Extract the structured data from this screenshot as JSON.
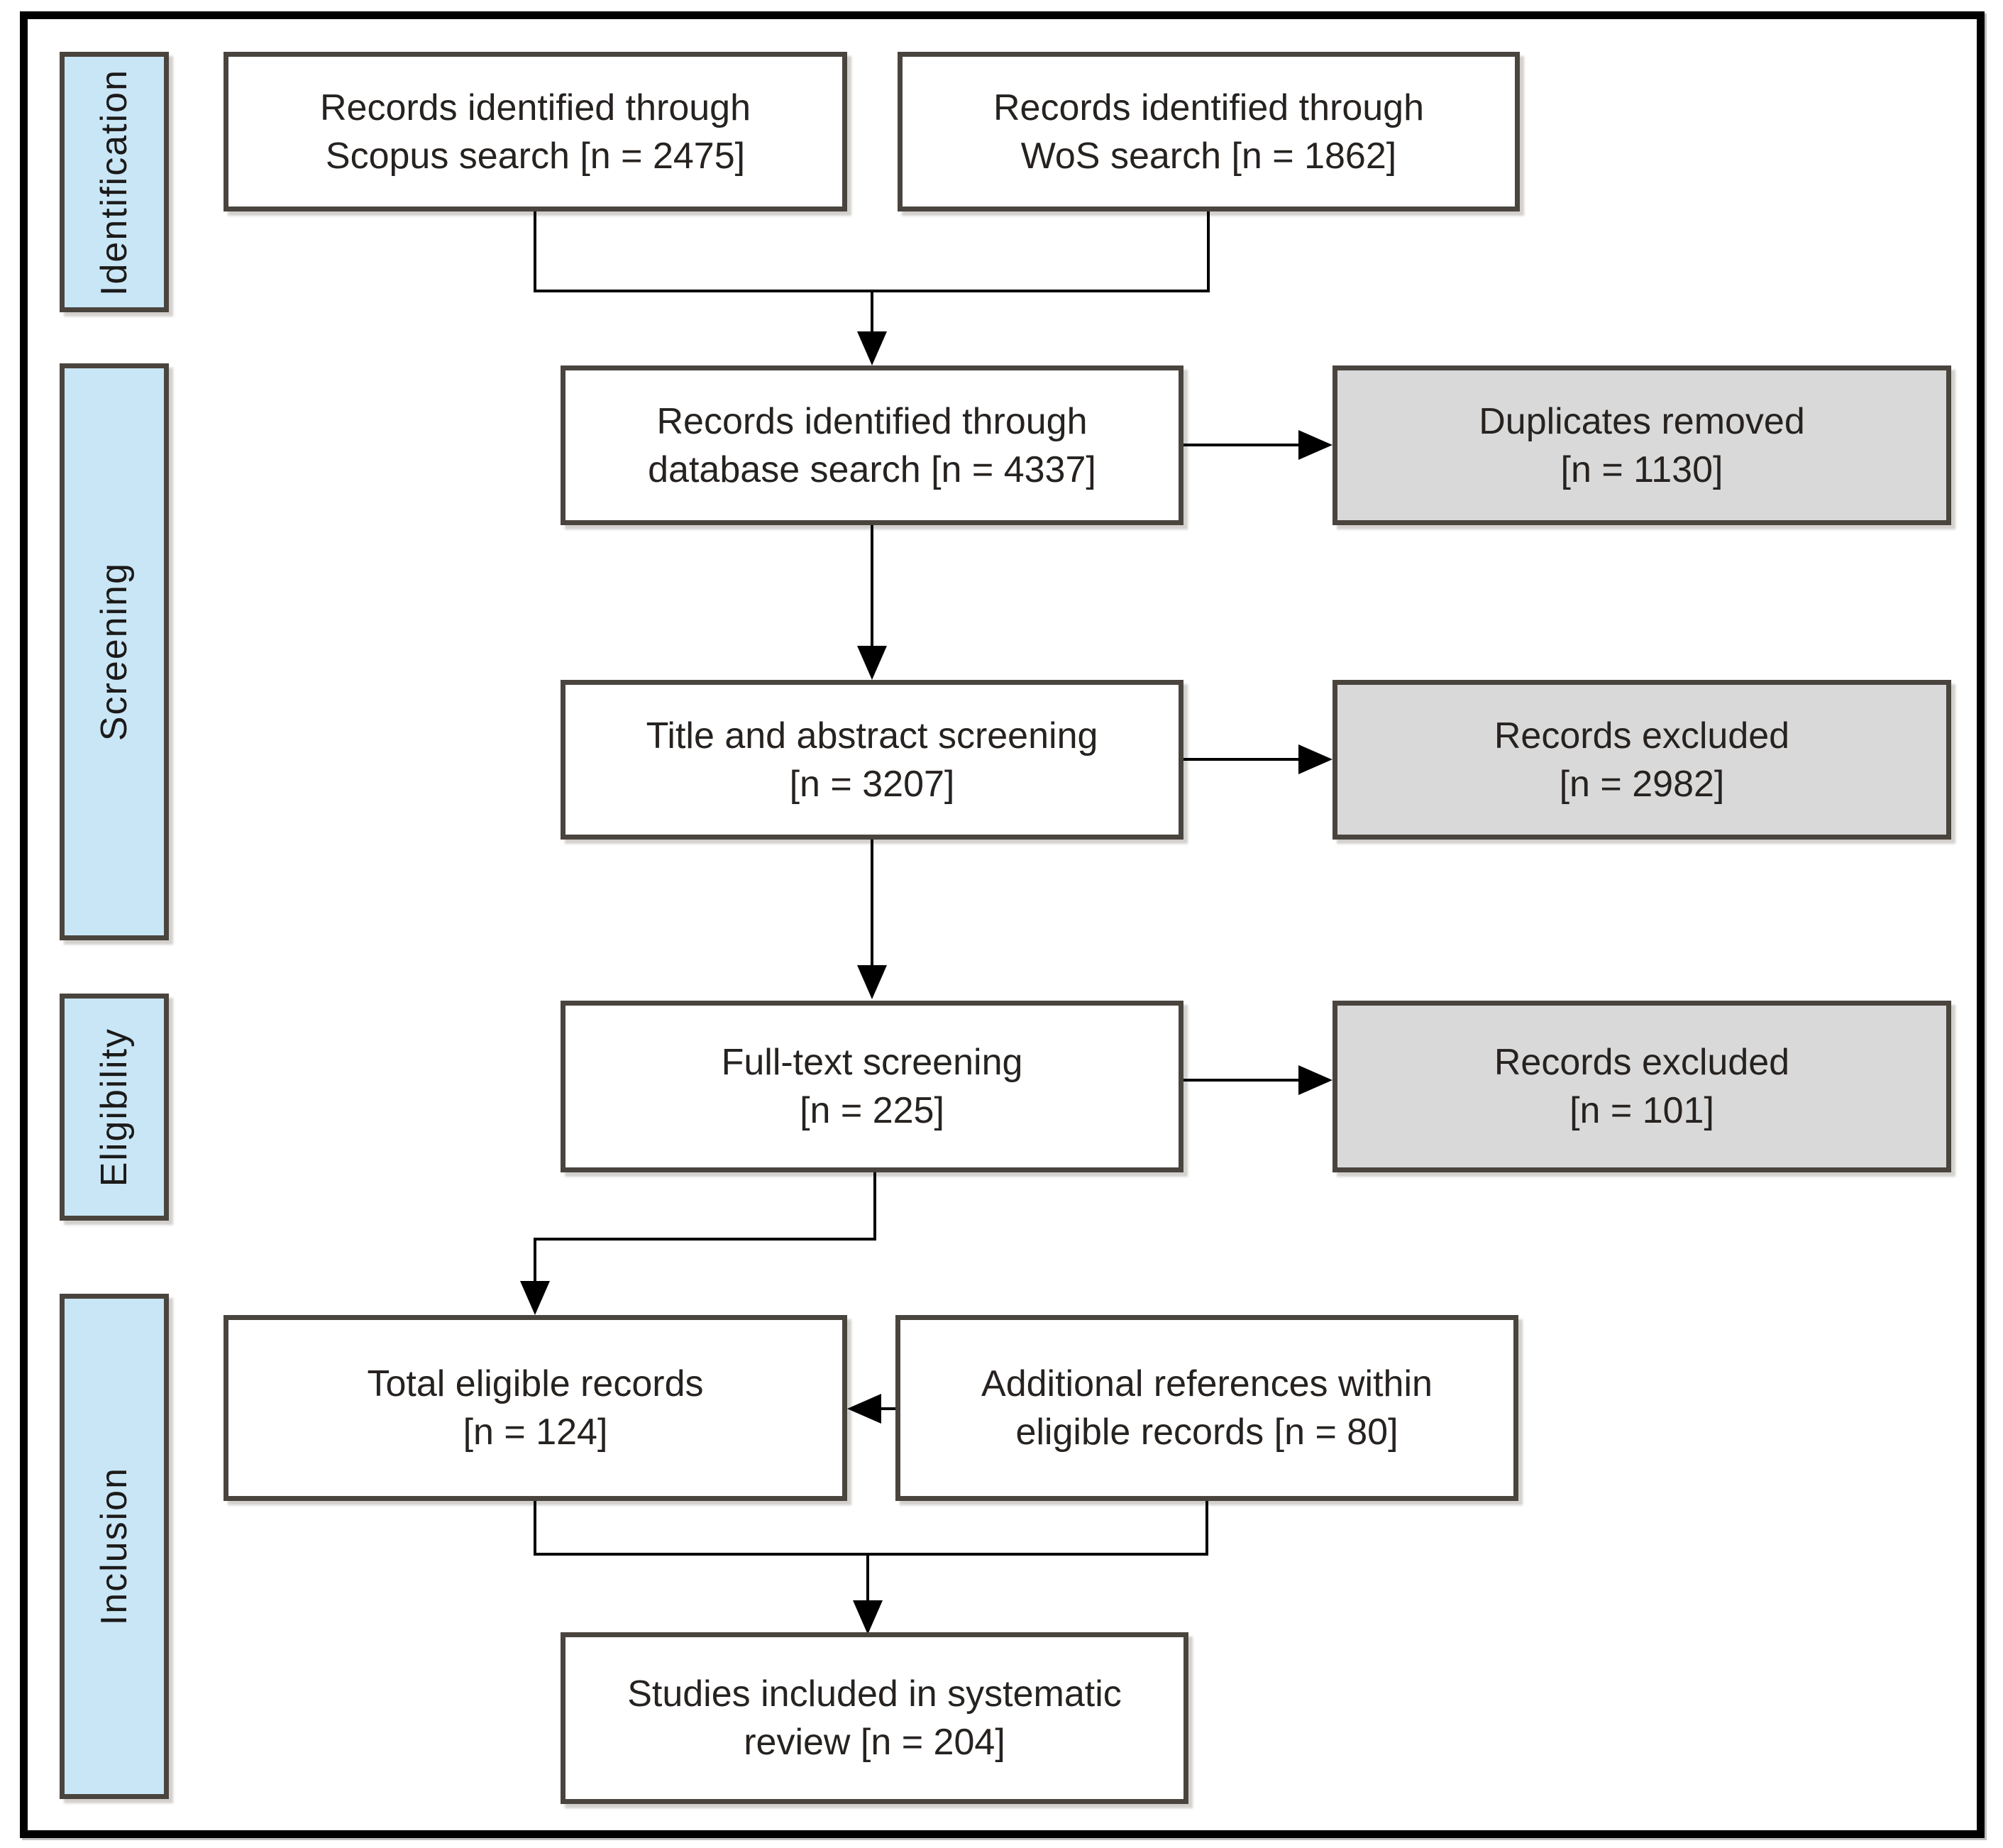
{
  "stages": [
    {
      "label": "Identification"
    },
    {
      "label": "Screening"
    },
    {
      "label": "Eligibility"
    },
    {
      "label": "Inclusion"
    }
  ],
  "boxes": {
    "scopus": {
      "line1": "Records identified through",
      "line2": "Scopus search [n = 2475]"
    },
    "wos": {
      "line1": "Records identified through",
      "line2": "WoS search [n = 1862]"
    },
    "database": {
      "line1": "Records identified through",
      "line2": "database search [n = 4337]"
    },
    "duplicates_removed": {
      "line1": "Duplicates removed",
      "line2": "[n = 1130]"
    },
    "title_abstract": {
      "line1": "Title and abstract screening",
      "line2": "[n = 3207]"
    },
    "excluded_screening": {
      "line1": "Records excluded",
      "line2": "[n = 2982]"
    },
    "fulltext": {
      "line1": "Full-text screening",
      "line2": "[n = 225]"
    },
    "excluded_fulltext": {
      "line1": "Records excluded",
      "line2": "[n = 101]"
    },
    "total_eligible": {
      "line1": "Total eligible records",
      "line2": "[n = 124]"
    },
    "additional_refs": {
      "line1": "Additional references within",
      "line2": "eligible records [n = 80]"
    },
    "included": {
      "line1": "Studies included in systematic",
      "line2": "review [n = 204]"
    }
  },
  "colors": {
    "stage_fill": "#c9e6f6",
    "excluded_fill": "#d9d9d9",
    "box_border": "#4a443e",
    "line": "#000000",
    "text": "#262220"
  }
}
